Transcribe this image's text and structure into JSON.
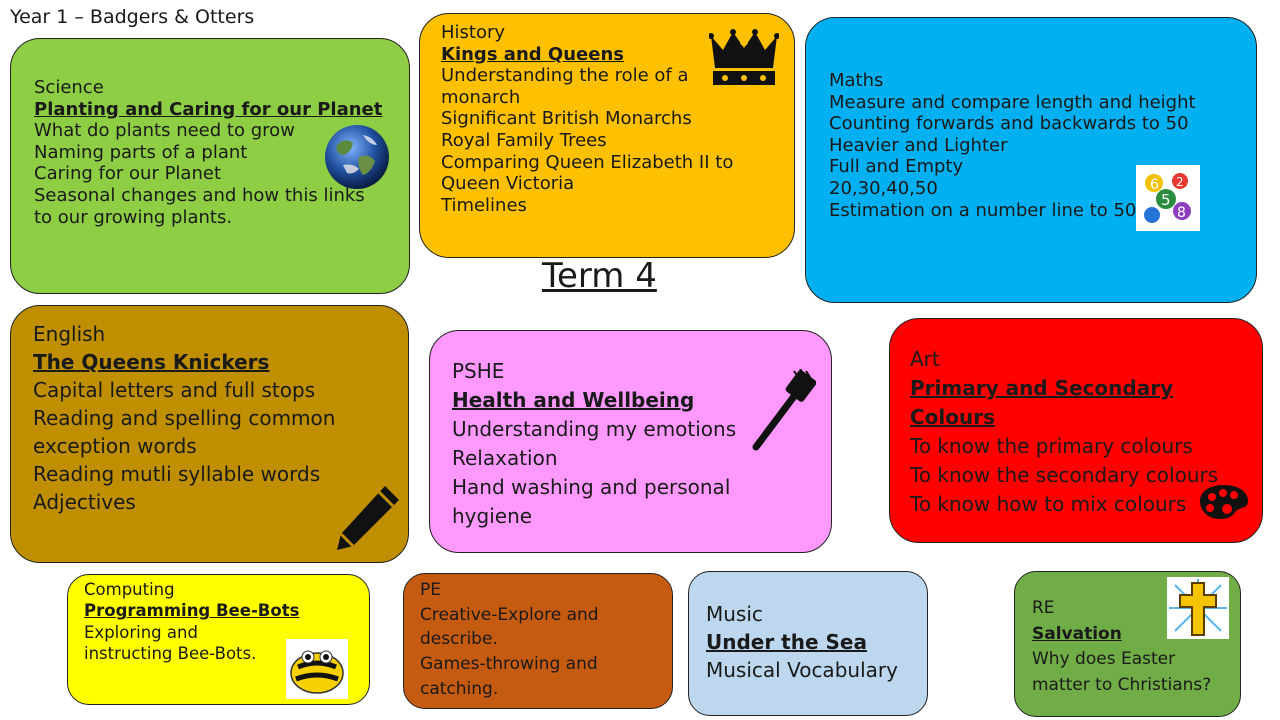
{
  "header": "Year 1 – Badgers & Otters",
  "term": "Term 4",
  "colors": {
    "science": "#8dce45",
    "history": "#ffc000",
    "maths": "#00b0f0",
    "english": "#bf8f00",
    "pshe": "#ff99ff",
    "art": "#ff0000",
    "computing": "#ffff00",
    "pe": "#c55a11",
    "music": "#bdd7ee",
    "re": "#70ad47"
  },
  "science": {
    "subject": "Science",
    "topic": "Planting and Caring for our Planet",
    "items": [
      "What do plants need to grow",
      "Naming parts of a plant",
      "Caring for our Planet",
      "Seasonal changes and how this links",
      "to our growing plants."
    ]
  },
  "history": {
    "subject": "History",
    "topic": "Kings and Queens",
    "items": [
      "Understanding the role of a",
      "monarch",
      "Significant British Monarchs",
      "Royal Family Trees",
      "Comparing Queen Elizabeth II to",
      "Queen Victoria",
      "Timelines"
    ]
  },
  "maths": {
    "subject": "Maths",
    "items": [
      "Measure and compare length and height",
      "Counting forwards and backwards to 50",
      "Heavier and Lighter",
      "Full and Empty",
      "20,30,40,50",
      "Estimation on a number line to 50"
    ]
  },
  "english": {
    "subject": "English",
    "topic": "The Queens Knickers",
    "items": [
      "Capital letters and full stops",
      "Reading and spelling common",
      "exception words",
      "Reading mutli syllable words",
      "Adjectives"
    ]
  },
  "pshe": {
    "subject": "PSHE",
    "topic": "Health and Wellbeing",
    "items": [
      "Understanding my emotions",
      "Relaxation",
      "Hand washing and personal",
      "hygiene"
    ]
  },
  "art": {
    "subject": "Art",
    "topic": "Primary and Secondary Colours",
    "items": [
      "To know the primary colours",
      "To know the secondary colours",
      "To know how to mix colours"
    ]
  },
  "computing": {
    "subject": "Computing",
    "topic": "Programming Bee-Bots",
    "items": [
      "Exploring and",
      "instructing Bee-Bots."
    ]
  },
  "pe": {
    "subject": "PE",
    "items": [
      "Creative-Explore and",
      "describe.",
      "Games-throwing and",
      "catching."
    ]
  },
  "music": {
    "subject": "Music",
    "topic": "Under the Sea",
    "items": [
      "Musical Vocabulary"
    ]
  },
  "re": {
    "subject": "RE",
    "topic": "Salvation",
    "items": [
      "Why does Easter",
      "matter to Christians?"
    ]
  }
}
